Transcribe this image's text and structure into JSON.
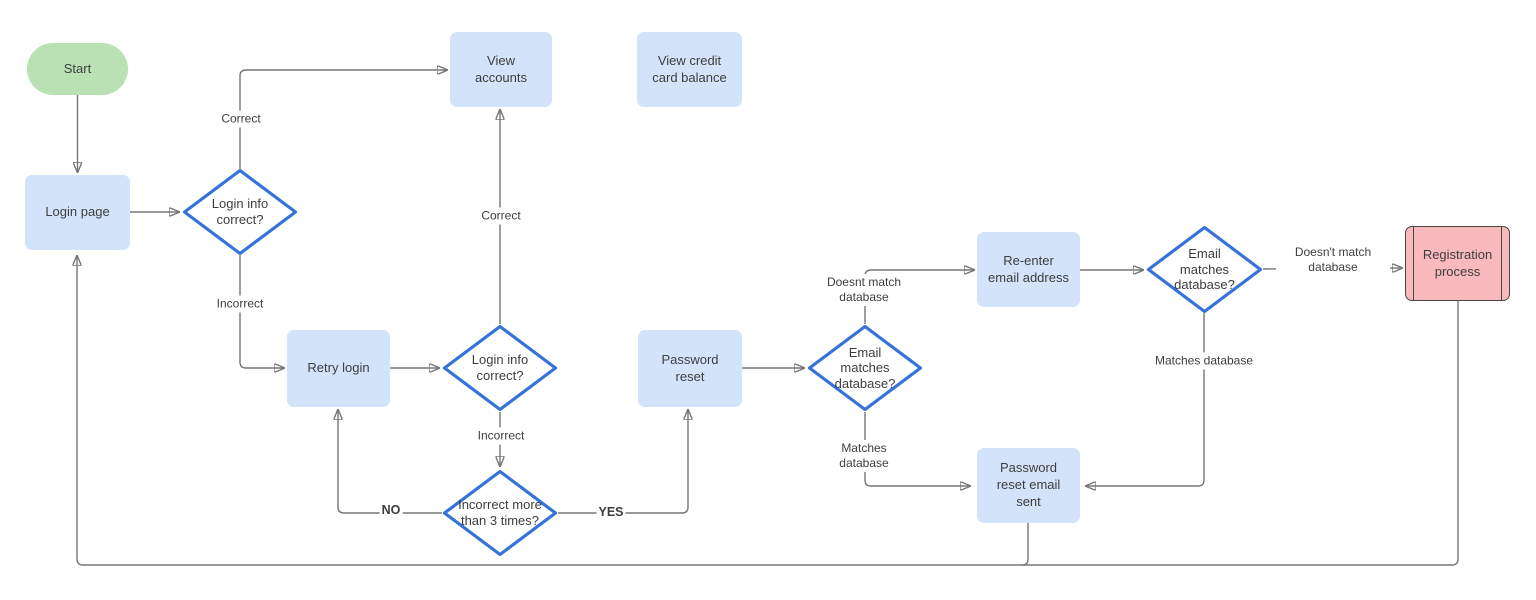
{
  "diagram": {
    "nodes": [
      {
        "id": "start",
        "type": "terminator",
        "label": "Start"
      },
      {
        "id": "login-page",
        "type": "process",
        "label": "Login page"
      },
      {
        "id": "decision-login-info-1",
        "type": "decision",
        "label": "Login info correct?"
      },
      {
        "id": "view-accounts",
        "type": "process",
        "label": "View accounts"
      },
      {
        "id": "view-credit-card-balance",
        "type": "process",
        "label": "View credit card balance"
      },
      {
        "id": "retry-login",
        "type": "process",
        "label": "Retry login"
      },
      {
        "id": "decision-login-info-2",
        "type": "decision",
        "label": "Login info correct?"
      },
      {
        "id": "decision-incorrect-3-times",
        "type": "decision",
        "label": "Incorrect more than 3 times?"
      },
      {
        "id": "password-reset",
        "type": "process",
        "label": "Password reset"
      },
      {
        "id": "decision-email-matches-1",
        "type": "decision",
        "label": "Email matches database?"
      },
      {
        "id": "re-enter-email-address",
        "type": "process",
        "label": "Re-enter email address"
      },
      {
        "id": "decision-email-matches-2",
        "type": "decision",
        "label": "Email matches database?"
      },
      {
        "id": "registration-process",
        "type": "predefined-process",
        "label": "Registration process"
      },
      {
        "id": "password-reset-email-sent",
        "type": "process",
        "label": "Password reset email sent"
      }
    ],
    "edge_labels": [
      {
        "id": "correct-1",
        "text": "Correct"
      },
      {
        "id": "incorrect-1",
        "text": "Incorrect"
      },
      {
        "id": "correct-2",
        "text": "Correct"
      },
      {
        "id": "incorrect-2",
        "text": "Incorrect"
      },
      {
        "id": "no",
        "text": "NO"
      },
      {
        "id": "yes",
        "text": "YES"
      },
      {
        "id": "doesnt-match-database-1",
        "text": "Doesnt match database"
      },
      {
        "id": "matches-database-1",
        "text": "Matches database"
      },
      {
        "id": "doesnt-match-database-2",
        "text": "Doesn't match database"
      },
      {
        "id": "matches-database-2",
        "text": "Matches database"
      }
    ],
    "colors": {
      "process_fill": "#d2e3fa",
      "terminator_fill": "#b9e1b4",
      "decision_stroke": "#3672d9",
      "decision_fill": "#ffffff",
      "predefined_fill": "#f9b9bd",
      "predefined_stroke": "#474747",
      "edge": "#767676",
      "arrow": "#383838",
      "text": "#3e3e3e"
    }
  }
}
